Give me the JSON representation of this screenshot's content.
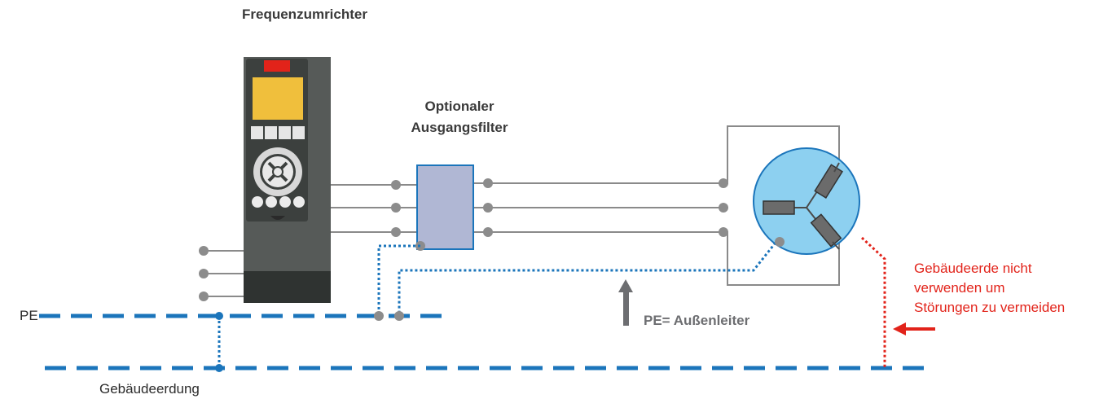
{
  "labels": {
    "converter": "Frequenzumrichter",
    "filter_line1": "Optionaler",
    "filter_line2": "Ausgangsfilter",
    "pe": "PE",
    "building_ground": "Gebäudeerdung",
    "pe_conductor": "PE= Außenleiter",
    "warning_line1": "Gebäudeerde nicht",
    "warning_line2": "verwenden um",
    "warning_line3": "Störungen zu vermeiden"
  },
  "colors": {
    "ground_blue": "#1b75bb",
    "wire_grey": "#8a8a8a",
    "terminal_grey": "#8c8c8c",
    "warning_red": "#e2231a",
    "drive_body": "#565a58",
    "drive_panel": "#3c403e",
    "drive_display": "#f0bf3c",
    "drive_status": "#e2231a",
    "filter_fill": "#b0b7d4",
    "filter_border": "#1b75bb",
    "motor_fill": "#8dd0f0",
    "motor_border": "#1b75bb",
    "winding_fill": "#6b6b6b"
  },
  "icons": [
    "frequency-converter-icon",
    "output-filter-icon",
    "motor-icon",
    "arrow-up-icon",
    "arrow-left-icon"
  ]
}
